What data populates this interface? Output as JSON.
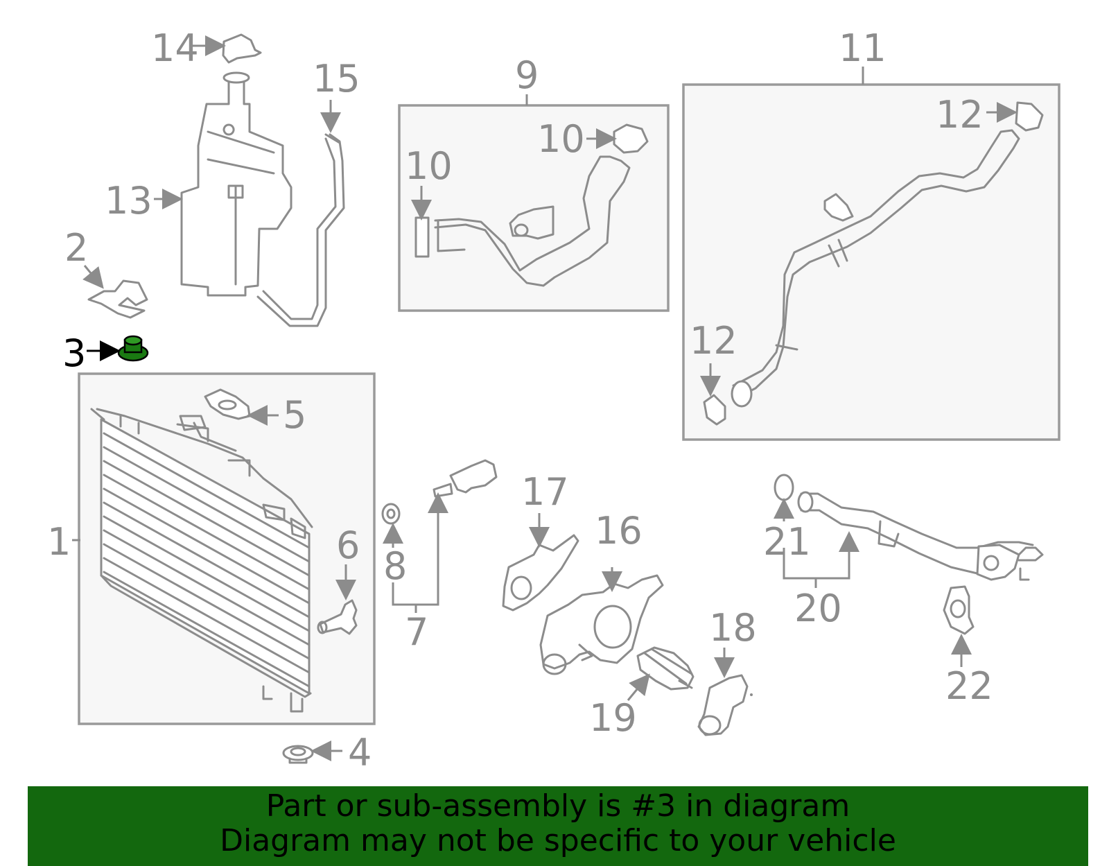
{
  "callouts": {
    "c1": "1",
    "c2": "2",
    "c3": "3",
    "c4": "4",
    "c5": "5",
    "c6": "6",
    "c7": "7",
    "c8": "8",
    "c9": "9",
    "c10a": "10",
    "c10b": "10",
    "c11": "11",
    "c12a": "12",
    "c12b": "12",
    "c13": "13",
    "c14": "14",
    "c15": "15",
    "c16": "16",
    "c17": "17",
    "c18": "18",
    "c19": "19",
    "c20": "20",
    "c21": "21",
    "c22": "22"
  },
  "highlighted_part": "3",
  "colors": {
    "highlight": "#1a7a12",
    "banner": "#13680e",
    "line_art": "#8c8c8c"
  },
  "banner": {
    "line1": "Part or sub-assembly is #3 in diagram",
    "line2": "Diagram may not be specific to your vehicle"
  }
}
